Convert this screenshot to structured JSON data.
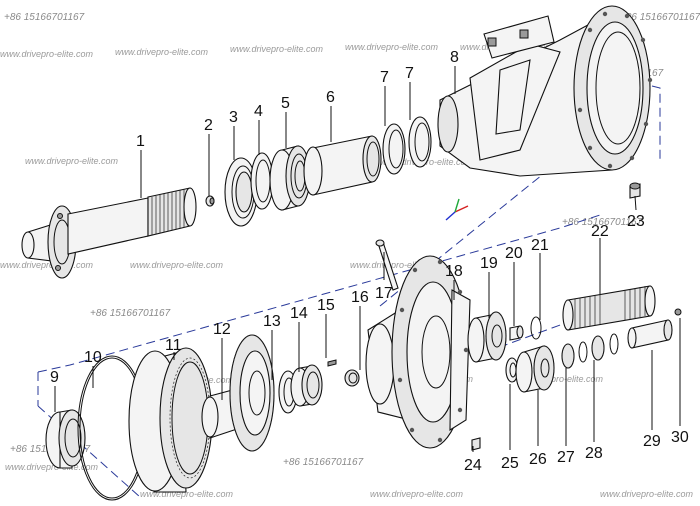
{
  "watermarks": {
    "phone": "+86 15166701167",
    "site": "www.drivepro-elite.com"
  },
  "part_numbers": [
    "1",
    "2",
    "3",
    "4",
    "5",
    "6",
    "7",
    "7",
    "8",
    "9",
    "10",
    "11",
    "12",
    "13",
    "14",
    "15",
    "16",
    "17",
    "18",
    "19",
    "20",
    "21",
    "22",
    "23",
    "24",
    "25",
    "26",
    "27",
    "28",
    "29",
    "30"
  ],
  "axes_icon": {
    "x_color": "#d62020",
    "y_color": "#1fa83a",
    "z_color": "#2030d0"
  }
}
